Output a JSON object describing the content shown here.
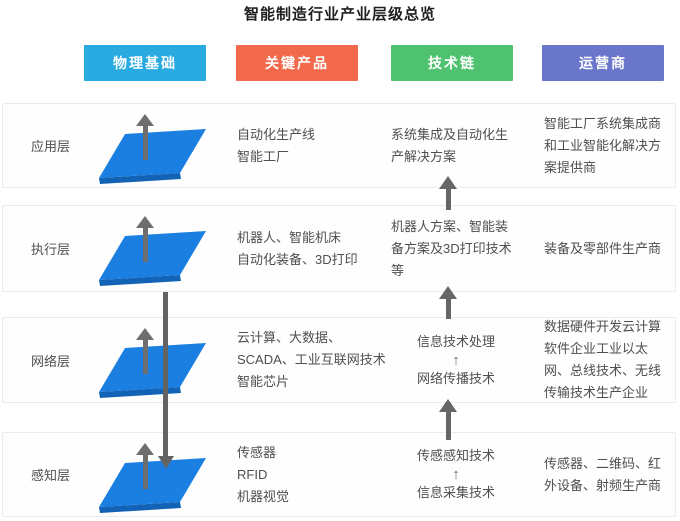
{
  "title": "智能制造行业产业层级总览",
  "colors": {
    "physical": "#29abe2",
    "product": "#f2694b",
    "tech": "#4ec26f",
    "operator": "#6a76ca",
    "platform_face": "#1a7fe0",
    "platform_edge": "#1262b5",
    "arrow": "#6e6e6e"
  },
  "headers": [
    {
      "label": "物理基础",
      "color": "#29abe2"
    },
    {
      "label": "关键产品",
      "color": "#f2694b"
    },
    {
      "label": "技术链",
      "color": "#4ec26f"
    },
    {
      "label": "运营商",
      "color": "#6a76ca"
    }
  ],
  "icons": {
    "up_arrow": "↑"
  },
  "rows": [
    {
      "label": "应用层",
      "products": [
        "自动化生产线",
        "智能工厂"
      ],
      "tech": [
        "系统集成及自动化生",
        "产解决方案"
      ],
      "operators": [
        "智能工厂系统集成商",
        "和工业智能化解决方",
        "案提供商"
      ]
    },
    {
      "label": "执行层",
      "products": [
        "机器人、智能机床",
        "自动化装备、3D打印"
      ],
      "tech": [
        "机器人方案、智能装",
        "备方案及3D打印技术",
        "等"
      ],
      "operators": [
        "装备及零部件生产商"
      ]
    },
    {
      "label": "网络层",
      "products": [
        "云计算、大数据、",
        "SCADA、工业互联网技术",
        "智能芯片"
      ],
      "tech_top": "信息技术处理",
      "tech_bottom": "网络传播技术",
      "operators": [
        "数据硬件开发云计算",
        "软件企业工业以太",
        "网、总线技术、无线",
        "传输技术生产企业"
      ]
    },
    {
      "label": "感知层",
      "products": [
        "传感器",
        "RFID",
        "机器视觉"
      ],
      "tech_top": "传感感知技术",
      "tech_bottom": "信息采集技术",
      "operators": [
        "传感器、二维码、红",
        "外设备、射频生产商"
      ]
    }
  ]
}
